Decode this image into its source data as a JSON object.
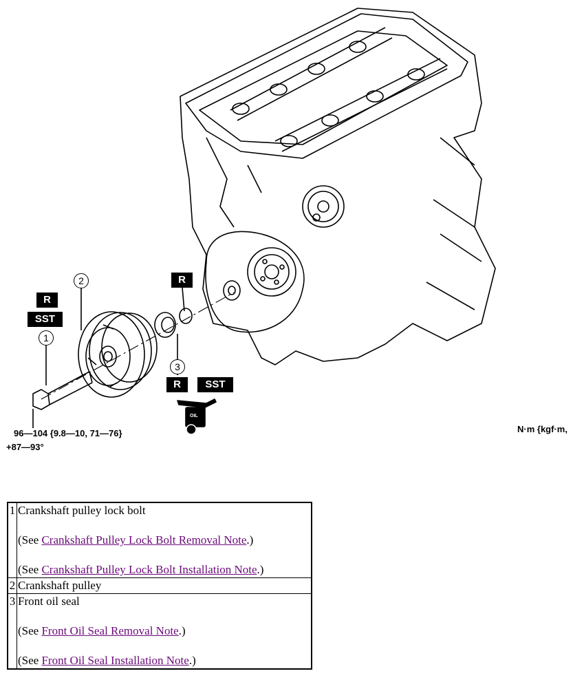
{
  "figure": {
    "callouts": {
      "r_label": "R",
      "sst_label": "SST",
      "oil_label": "OIL",
      "num_1": "1",
      "num_2": "2",
      "num_3": "3"
    },
    "torque_spec": "96—104 {9.8—10, 71—76}",
    "torque_angle": "+87—93°",
    "unit_note": "N·m {kgf·m,"
  },
  "parts": [
    {
      "num": "1",
      "name": "Crankshaft pulley lock bolt",
      "notes": [
        {
          "prefix": "(See ",
          "link": "Crankshaft Pulley Lock Bolt Removal Note",
          "suffix": ".)"
        },
        {
          "prefix": "(See ",
          "link": "Crankshaft Pulley Lock Bolt Installation Note",
          "suffix": ".)"
        }
      ]
    },
    {
      "num": "2",
      "name": "Crankshaft pulley",
      "notes": []
    },
    {
      "num": "3",
      "name": "Front oil seal",
      "notes": [
        {
          "prefix": "(See ",
          "link": "Front Oil Seal Removal Note",
          "suffix": ".)"
        },
        {
          "prefix": "(See ",
          "link": "Front Oil Seal Installation Note",
          "suffix": ".)"
        }
      ]
    }
  ]
}
